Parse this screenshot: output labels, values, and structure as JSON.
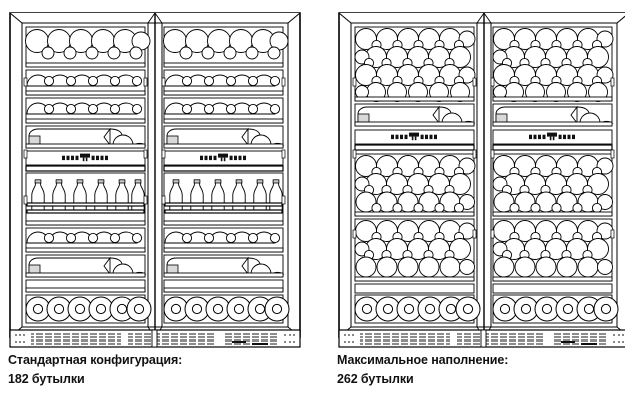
{
  "page": {
    "title": "Схема наполнения винного шкафа",
    "background_color": "#ffffff",
    "line_color": "#000000",
    "grille_fill": "#8c8c8c",
    "shelf_shadow": "#d9d9d9"
  },
  "captions": {
    "left": {
      "line1": "Стандартная конфигурация:",
      "line2": "182 бутылки",
      "bottles": 182
    },
    "right": {
      "line1": "Максимальное наполнение:",
      "line2": "262 бутылки",
      "bottles": 262
    }
  },
  "units": [
    {
      "id": "standard",
      "name": "Стандартная конфигурация",
      "bottles": 182,
      "doors": 2,
      "shelf_types": [
        "lying-bottles-deep",
        "lying-bottles",
        "lying-bottles",
        "side-view-shelf",
        "control-panel",
        "standing-bottles",
        "lying-bottles",
        "side-view-shelf",
        "side-view-shelf",
        "bottle-ends",
        "base-grille"
      ]
    },
    {
      "id": "maximum",
      "name": "Максимальное наполнение",
      "bottles": 262,
      "doors": 2,
      "shelf_types": [
        "stacked-bottles",
        "side-view-shelf",
        "control-panel",
        "stacked-bottles",
        "stacked-bottles",
        "side-view-shelf",
        "side-view-shelf",
        "bottle-ends",
        "base-grille"
      ]
    }
  ],
  "control_panel": {
    "name": "control-display",
    "segments": 8,
    "center_button": "temperature-display"
  },
  "icons": {
    "cabinet": "wine-cabinet-icon",
    "display": "display-panel-icon",
    "grille": "ventilation-grille-icon"
  }
}
